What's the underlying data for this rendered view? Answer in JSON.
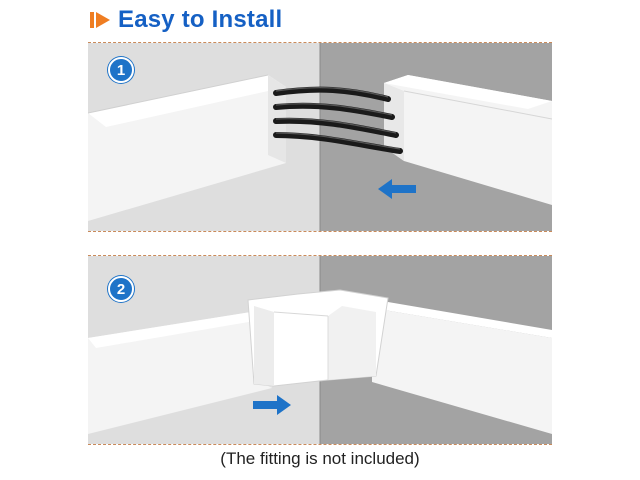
{
  "header": {
    "title": "Easy to Install",
    "icon": "play-arrow-icon",
    "accent_color": "#1560c4",
    "icon_color": "#ef7d22"
  },
  "steps": [
    {
      "number": "1",
      "icon": "numbered-badge-icon",
      "arrow_icon": "left-arrow-icon"
    },
    {
      "number": "2",
      "icon": "numbered-badge-icon",
      "arrow_icon": "right-arrow-icon"
    }
  ],
  "caption": "(The fitting is not included)",
  "colors": {
    "badge": "#1e73c8",
    "arrow": "#1e73c8",
    "wall_light": "#dcdcdc",
    "wall_dark": "#9a9a9a",
    "raceway": "#f7f7f7",
    "cable": "#1a1a1a"
  }
}
